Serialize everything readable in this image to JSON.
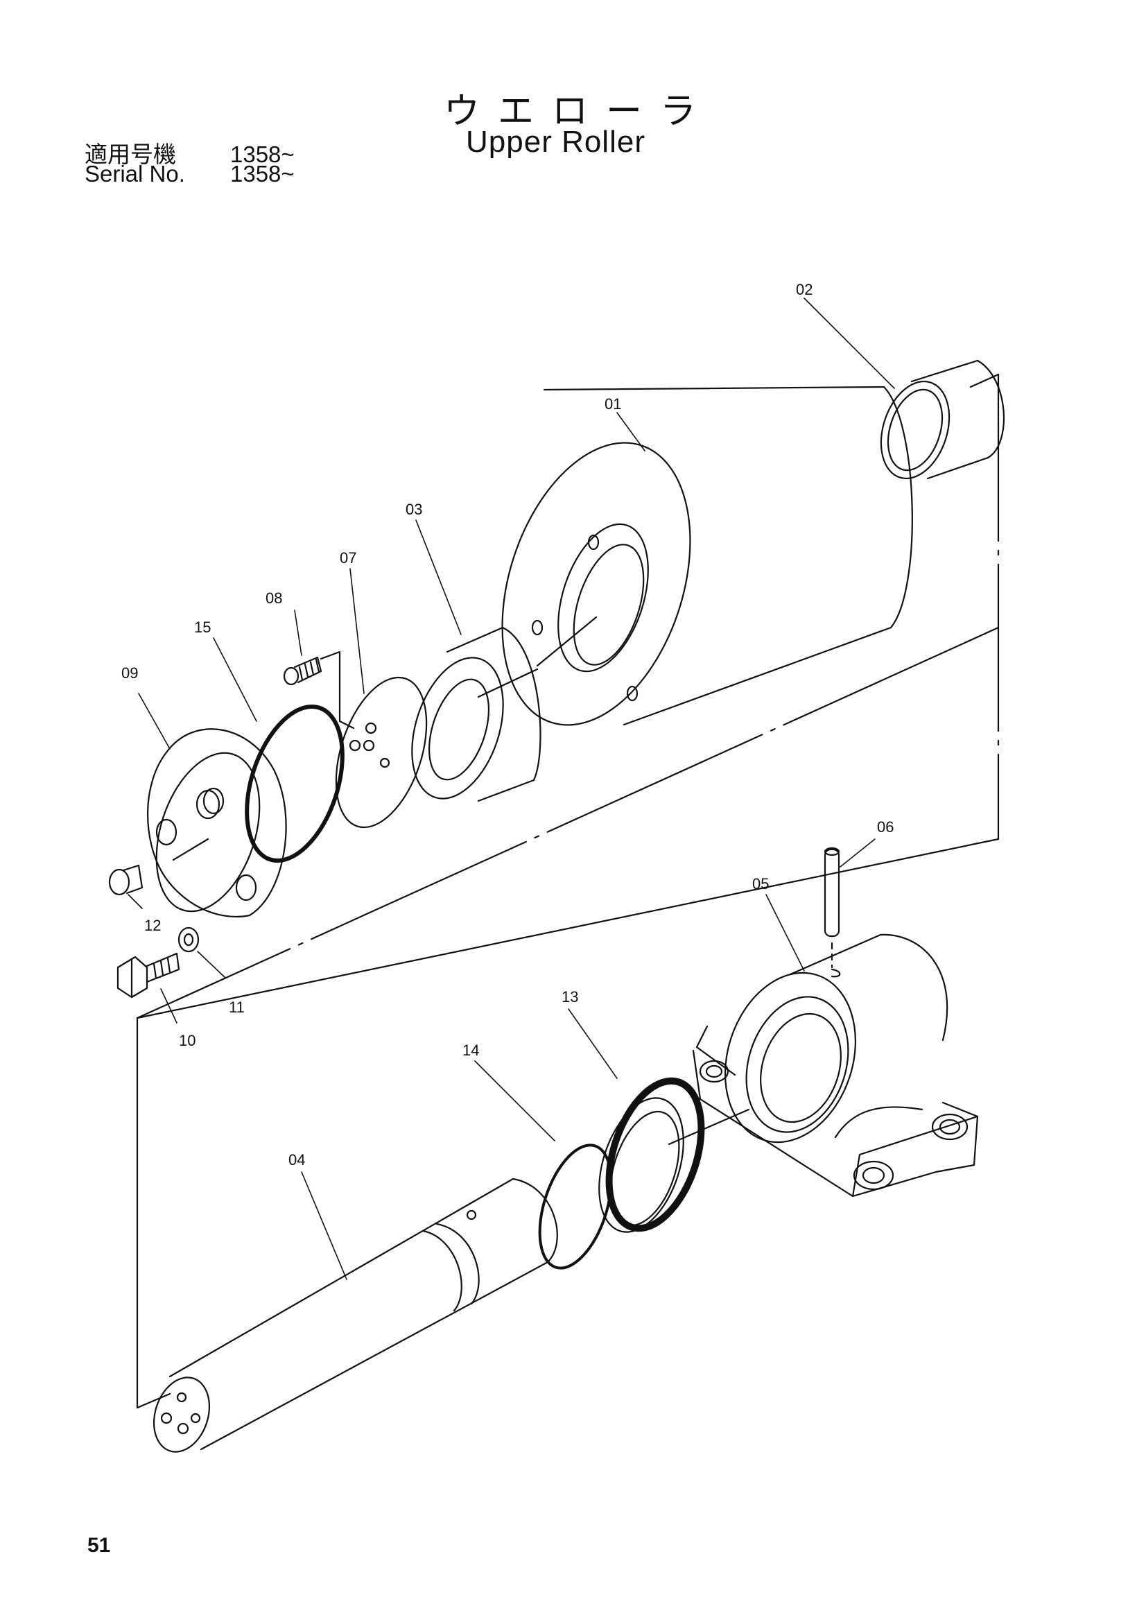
{
  "header": {
    "title_jp": "ウエローラ",
    "title_en": "Upper Roller",
    "serial_jp_label": "適用号機",
    "serial_jp_value": "1358~",
    "serial_en_label": "Serial No.",
    "serial_en_value": "1358~"
  },
  "parts": {
    "p01": "01",
    "p02": "02",
    "p03": "03",
    "p04": "04",
    "p05": "05",
    "p06": "06",
    "p07": "07",
    "p08": "08",
    "p09": "09",
    "p10": "10",
    "p11": "11",
    "p12": "12",
    "p13": "13",
    "p14": "14",
    "p15": "15"
  },
  "footer": {
    "page_number": "51"
  }
}
